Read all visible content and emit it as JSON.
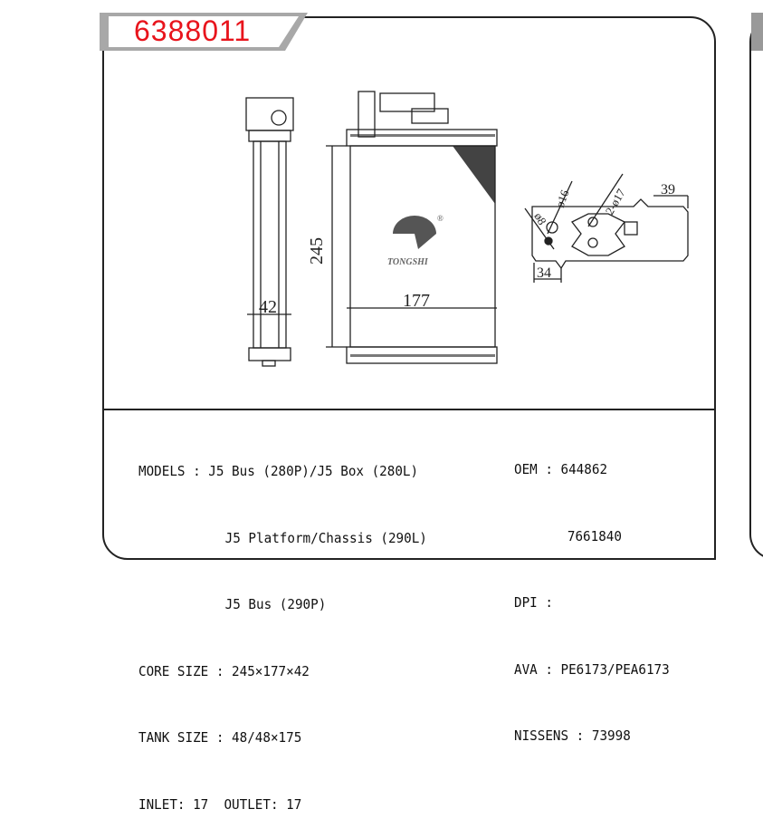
{
  "product_code": "6388011",
  "logo": {
    "brand": "TONGSHI",
    "mark": "®"
  },
  "dimensions": {
    "height": "245",
    "width": "177",
    "depth": "42",
    "bracket_left": "34",
    "bracket_right": "39",
    "hole_small": "ø8",
    "hole_large": "ø16",
    "hole_pair": "2-ø17"
  },
  "specs": {
    "models_label": "MODELS :",
    "models": [
      "J5 Bus (280P)/J5 Box (280L)",
      "J5 Platform/Chassis (290L)",
      "J5 Bus (290P)"
    ],
    "core_size": "CORE SIZE : 245×177×42",
    "tank_size": "TANK SIZE : 48/48×175",
    "inlet_outlet": "INLET: 17  OUTLET: 17",
    "oem": "OEM : 644862",
    "oem2": "7661840",
    "dpi": "DPI :",
    "ava": "AVA : PE6173/PEA6173",
    "nissens": "NISSENS : 73998"
  }
}
